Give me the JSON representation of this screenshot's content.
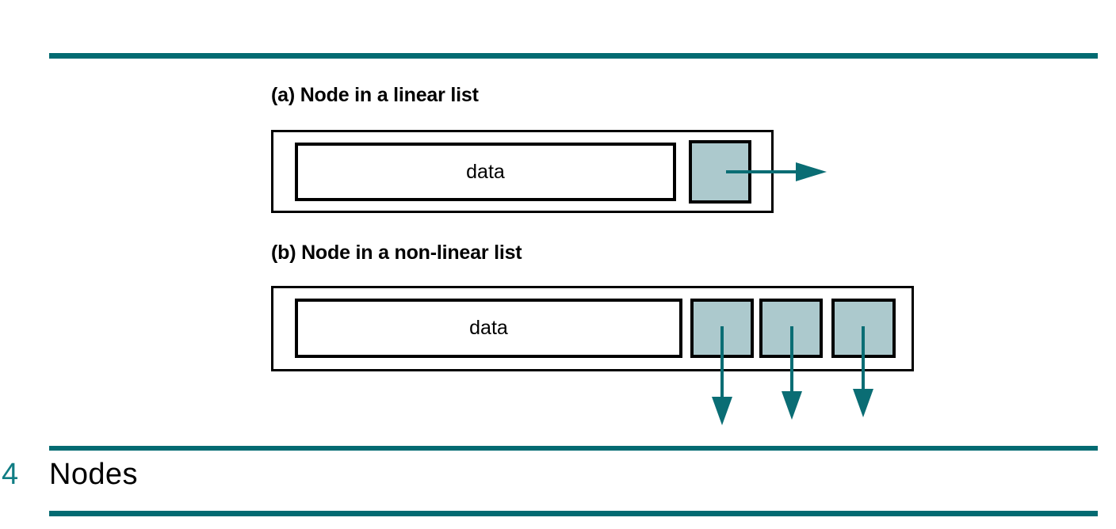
{
  "slide": {
    "footer_number": "4",
    "footer_title": "Nodes",
    "accent_color": "#036b72",
    "arrow_color": "#0a6d74",
    "pointer_fill": "#acc9cd",
    "border_color": "#000000",
    "background_color": "#ffffff"
  },
  "diagrams": [
    {
      "id": "linear",
      "caption": "(a) Node in a linear list",
      "data_label": "data",
      "pointer_count": 1,
      "arrow_direction": "right",
      "pointers": [
        {
          "name": "next-pointer",
          "arrow": "right"
        }
      ]
    },
    {
      "id": "non-linear",
      "caption": "(b) Node in a non-linear list",
      "data_label": "data",
      "pointer_count": 3,
      "arrow_direction": "down",
      "pointers": [
        {
          "name": "child-pointer-1",
          "arrow": "down"
        },
        {
          "name": "child-pointer-2",
          "arrow": "down"
        },
        {
          "name": "child-pointer-3",
          "arrow": "down"
        }
      ]
    }
  ]
}
